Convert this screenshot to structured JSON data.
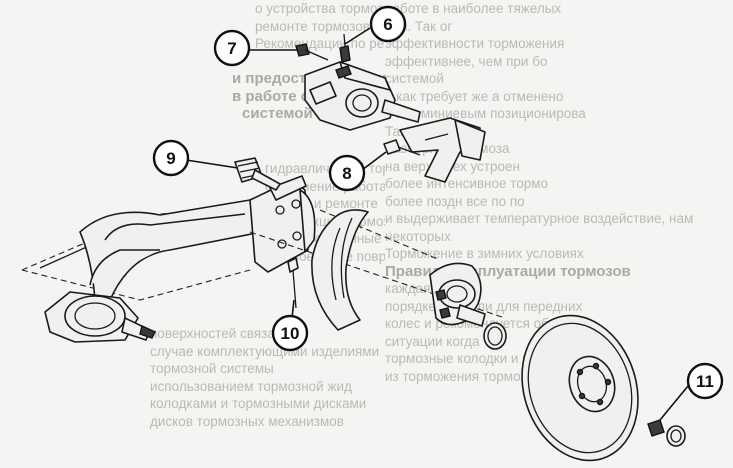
{
  "callouts": [
    {
      "id": "6",
      "label": "6"
    },
    {
      "id": "7",
      "label": "7"
    },
    {
      "id": "8",
      "label": "8"
    },
    {
      "id": "9",
      "label": "9"
    },
    {
      "id": "10",
      "label": "10"
    },
    {
      "id": "11",
      "label": "11"
    }
  ],
  "background_text": {
    "column_right": [
      "работе в наиболее тяжелых",
      "ний. Так ог",
      "эффективности торможения",
      "эффективнее, чем при бо",
      "системой",
      "и как требует же а отменено",
      "с алюминиевым позиционирова",
      "Так как ветер",
      "Разборные тормоза",
      "на верха мех устроен",
      "более интенсивное тормо",
      "более поздн все по по",
      "и выдерживает температурное воздействие, нам",
      "некоторых",
      "Торможение в зимних условиях",
      "каждая",
      "порядке от стали для передних",
      "колес и рекомендуется обновляя",
      "ситуации когда",
      "тормозные колодки и компоненты",
      "из торможения тормоз"
    ],
    "heading_1": "и предосторожности",
    "heading_2": "в работе с тормозной",
    "heading_3": "системой",
    "column_left": [
      "о устройства тормозной системы",
      "ремонте тормозов необходим",
      "Рекомендации по ремонту",
      "гидравлической тормозной",
      "соединение работает",
      "пробое и ремонте",
      "конструкции тормозного механизма",
      "работы связанные с тормоз",
      "Во избежание повреждения",
      "поверхностей связанных",
      "случае комплектующими изделиями",
      "тормозной системы",
      "использованием тормозной жид",
      "колодками и тормозными дисками",
      "дисков тормозных механизмов"
    ],
    "heading_right": "Правила эксплуатации тормозов"
  }
}
